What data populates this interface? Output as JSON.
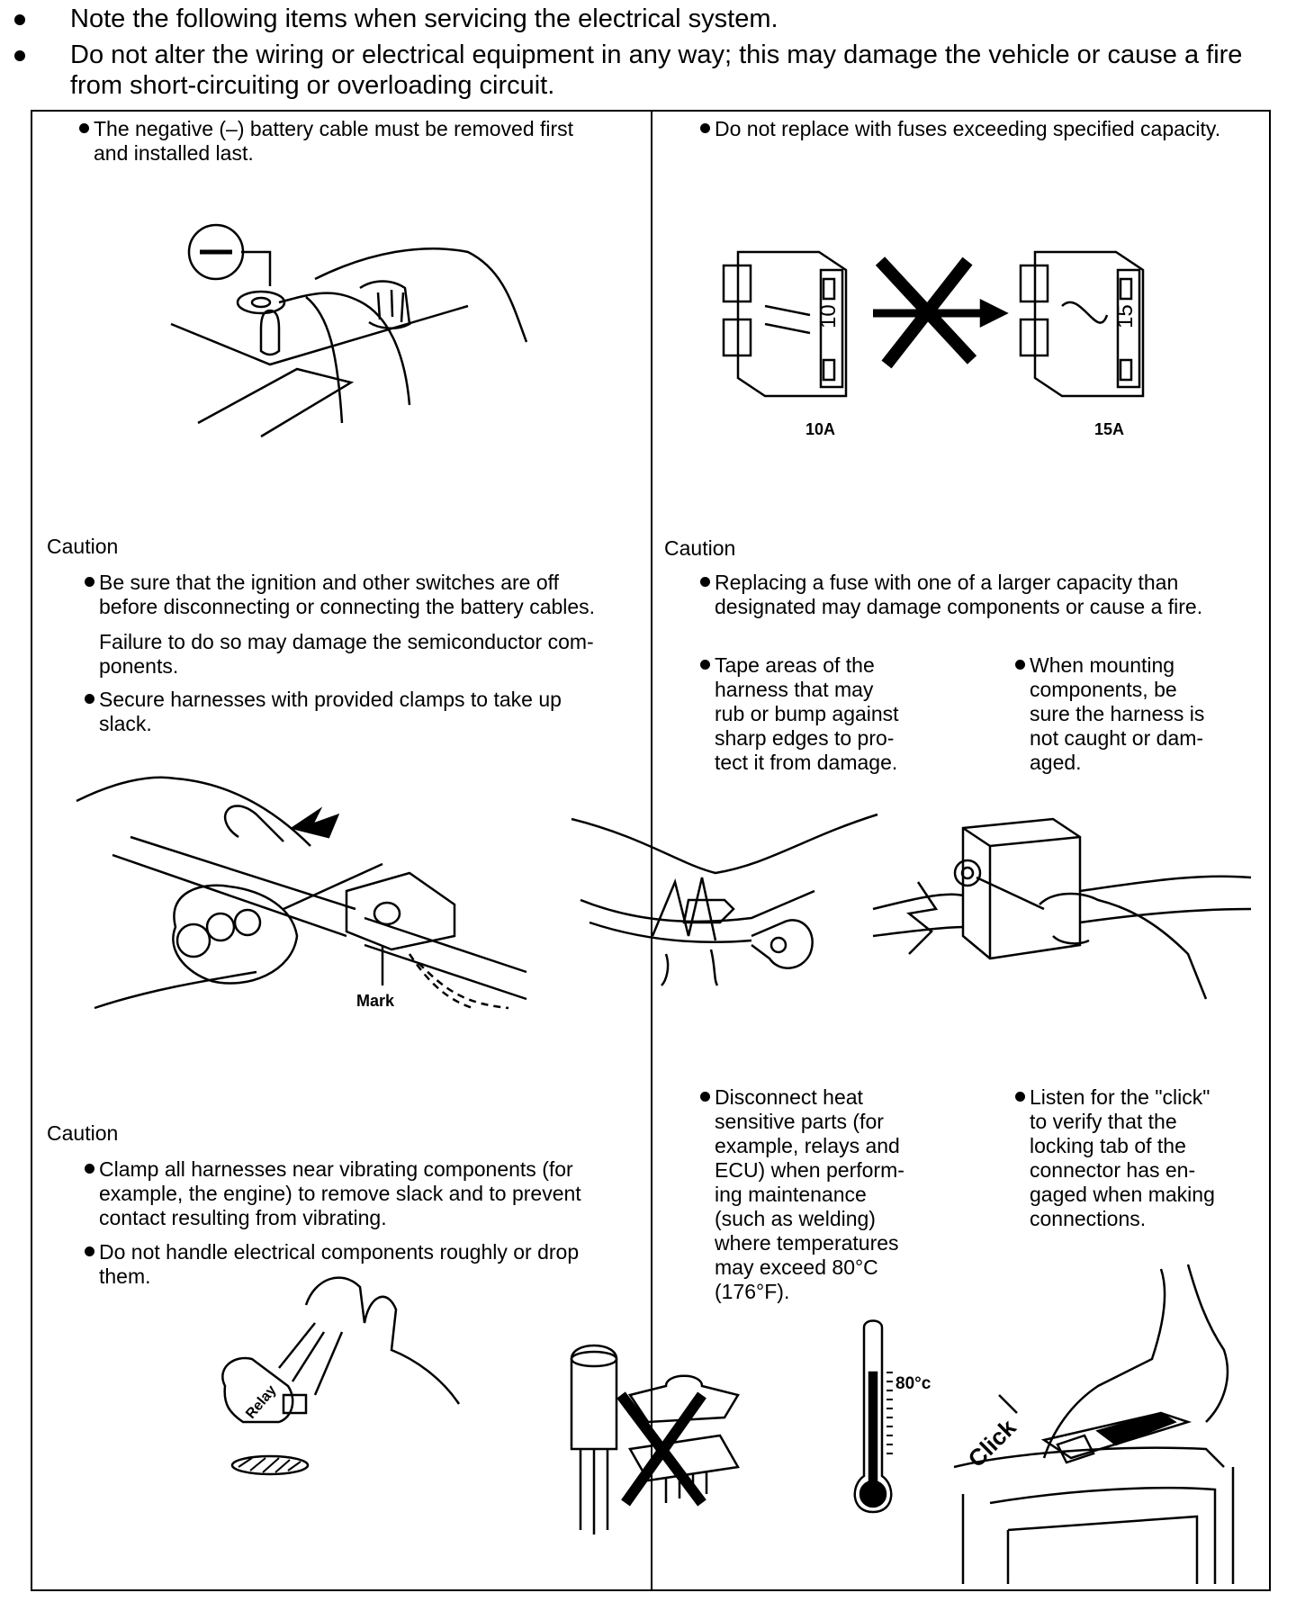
{
  "header": {
    "bullet1": "Note the following items when servicing the electrical system.",
    "bullet2_line1": "Do not alter the wiring or electrical equipment in any way; this may damage the vehicle or cause a fire",
    "bullet2_line2": "from short-circuiting or overloading circuit."
  },
  "left": {
    "battery_note_l1": "The negative (–) battery cable must be removed first",
    "battery_note_l2": "and installed last.",
    "caution1": "Caution",
    "ignition_l1": "Be sure that the ignition and other switches are off",
    "ignition_l2": "before disconnecting or connecting the battery cables.",
    "failure_l1": "Failure to do so may damage the semiconductor com-",
    "failure_l2": "ponents.",
    "clamps_l1": "Secure harnesses with provided clamps to take up",
    "clamps_l2": "slack.",
    "mark_label": "Mark",
    "caution2": "Caution",
    "vibrate_l1": "Clamp all harnesses near vibrating components (for",
    "vibrate_l2": "example, the engine) to remove slack and to prevent",
    "vibrate_l3": "contact resulting from vibrating.",
    "rough_l1": "Do not handle electrical components roughly or drop",
    "rough_l2": "them.",
    "relay_label": "Relay"
  },
  "right": {
    "fuse_note": "Do not replace with fuses exceeding specified capacity.",
    "fuse_a": "10A",
    "fuse_b": "15A",
    "fuse_a_num": "10",
    "fuse_b_num": "15",
    "caution": "Caution",
    "replace_l1": "Replacing a fuse with one of a larger capacity than",
    "replace_l2": "designated may damage components or cause a fire.",
    "tape_l1": "Tape areas of the",
    "tape_l2": "harness that may",
    "tape_l3": "rub or bump against",
    "tape_l4": "sharp edges to pro-",
    "tape_l5": "tect it from damage.",
    "mount_l1": "When mounting",
    "mount_l2": "components, be",
    "mount_l3": "sure the harness is",
    "mount_l4": "not caught or dam-",
    "mount_l5": "aged.",
    "heat_l1": "Disconnect heat",
    "heat_l2": "sensitive parts (for",
    "heat_l3": "example, relays and",
    "heat_l4": "ECU) when perform-",
    "heat_l5": "ing maintenance",
    "heat_l6": "(such as welding)",
    "heat_l7": "where temperatures",
    "heat_l8": "may exceed 80°C",
    "heat_l9": "(176°F).",
    "click_l1": "Listen for the \"click\"",
    "click_l2": "to verify that the",
    "click_l3": "locking tab of the",
    "click_l4": "connector has en-",
    "click_l5": "gaged when making",
    "click_l6": "connections.",
    "thermo_label": "80°c",
    "click_word": "Click"
  }
}
